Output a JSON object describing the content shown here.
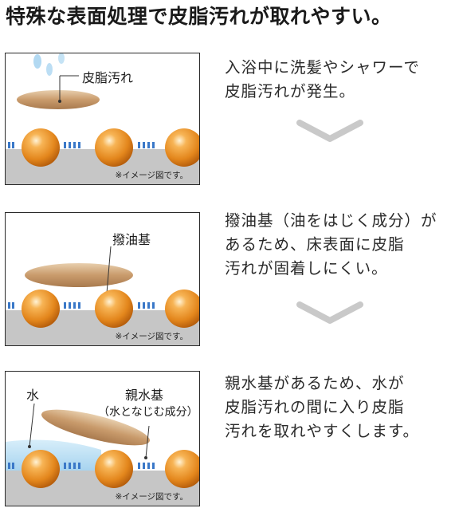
{
  "title": "特殊な表面処理で皮脂汚れが取れやすい。",
  "image_note": "※イメージ図です。",
  "panels": [
    {
      "label": "皮脂汚れ",
      "desc": [
        "入浴中に洗髪やシャワーで",
        "皮脂汚れが発生。"
      ]
    },
    {
      "label": "撥油基",
      "desc": [
        "撥油基（油をはじく成分）が",
        "あるため、床表面に皮脂",
        "汚れが固着しにくい。"
      ]
    },
    {
      "label_water": "水",
      "label_main": "親水基",
      "label_sub": "（水となじむ成分）",
      "desc": [
        "親水基があるため、水が",
        "皮脂汚れの間に入り皮脂",
        "汚れを取れやすくします。"
      ]
    }
  ],
  "icons": {
    "arrow": "chevron-down-icon"
  },
  "colors": {
    "ball": "#e7901f",
    "floor": "#c6c6c6",
    "blue_mark": "#3a78c8",
    "dirt": "#cfa57a",
    "water": "#b7dcf2",
    "chevron": "#c9c9c9"
  }
}
